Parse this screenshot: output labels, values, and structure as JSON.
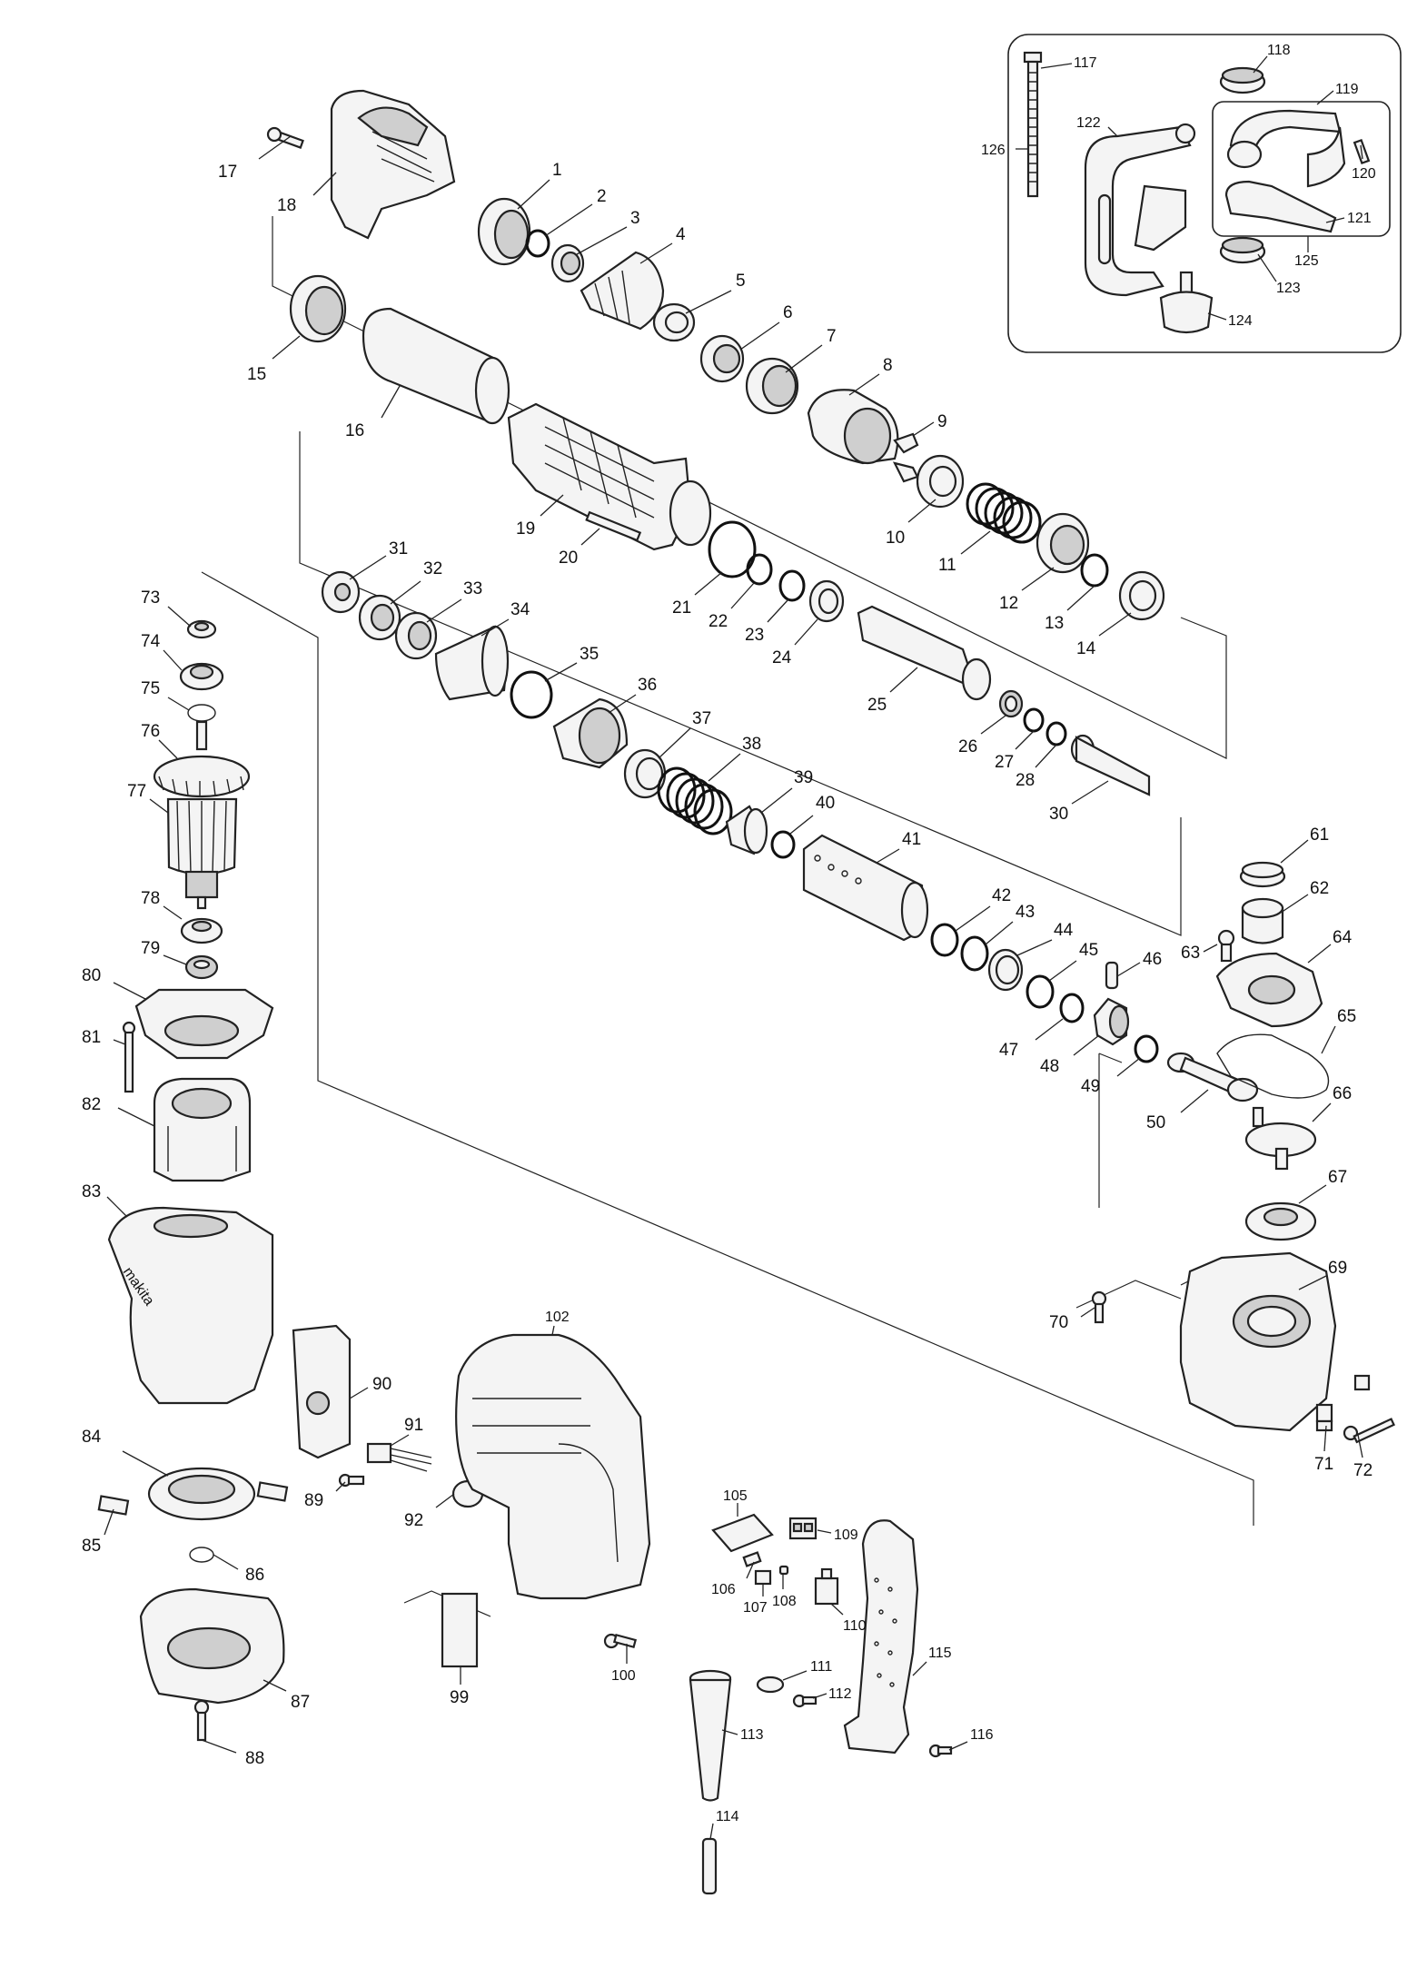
{
  "diagram": {
    "part_numbers": {
      "p1": "1",
      "p2": "2",
      "p3": "3",
      "p4": "4",
      "p5": "5",
      "p6": "6",
      "p7": "7",
      "p8": "8",
      "p9": "9",
      "p10": "10",
      "p11": "11",
      "p12": "12",
      "p13": "13",
      "p14": "14",
      "p15": "15",
      "p16": "16",
      "p17": "17",
      "p18": "18",
      "p19": "19",
      "p20": "20",
      "p21": "21",
      "p22": "22",
      "p23": "23",
      "p24": "24",
      "p25": "25",
      "p26": "26",
      "p27": "27",
      "p28": "28",
      "p30": "30",
      "p31": "31",
      "p32": "32",
      "p33": "33",
      "p34": "34",
      "p35": "35",
      "p36": "36",
      "p37": "37",
      "p38": "38",
      "p39": "39",
      "p40": "40",
      "p41": "41",
      "p42": "42",
      "p43": "43",
      "p44": "44",
      "p45": "45",
      "p46": "46",
      "p47": "47",
      "p48": "48",
      "p49": "49",
      "p50": "50",
      "p61": "61",
      "p62": "62",
      "p63": "63",
      "p64": "64",
      "p65": "65",
      "p66": "66",
      "p67": "67",
      "p69": "69",
      "p70": "70",
      "p71": "71",
      "p72": "72",
      "p73": "73",
      "p74": "74",
      "p75": "75",
      "p76": "76",
      "p77": "77",
      "p78": "78",
      "p79": "79",
      "p80": "80",
      "p81": "81",
      "p82": "82",
      "p83": "83",
      "p84": "84",
      "p85": "85",
      "p86": "86",
      "p87": "87",
      "p88": "88",
      "p89": "89",
      "p90": "90",
      "p91": "91",
      "p92": "92",
      "p99": "99",
      "p100": "100",
      "p102": "102",
      "p105": "105",
      "p106": "106",
      "p107": "107",
      "p108": "108",
      "p109": "109",
      "p110": "110",
      "p111": "111",
      "p112": "112",
      "p113": "113",
      "p114": "114",
      "p115": "115",
      "p116": "116",
      "p117": "117",
      "p118": "118",
      "p119": "119",
      "p120": "120",
      "p121": "121",
      "p122": "122",
      "p123": "123",
      "p124": "124",
      "p125": "125",
      "p126": "126"
    },
    "housing_logo_text": "makita"
  }
}
